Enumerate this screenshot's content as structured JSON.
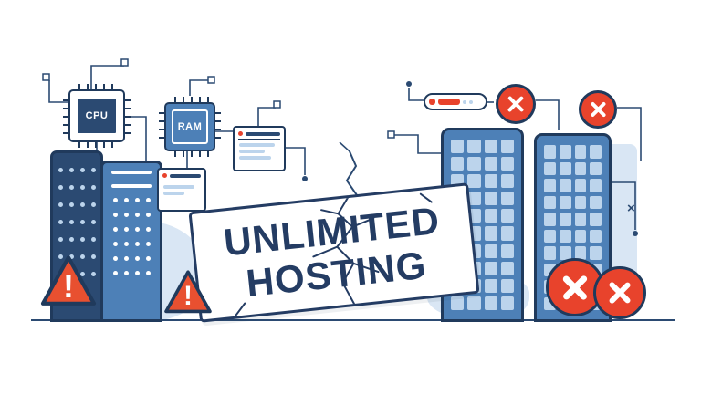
{
  "sign": {
    "line1": "UNLIMITED",
    "line2": "HOSTING"
  },
  "chips": {
    "cpu_label": "CPU",
    "ram_label": "RAM"
  },
  "marks": {
    "exclamation": "!",
    "small_cross": "×"
  },
  "colors": {
    "navy": "#203a5c",
    "dark_blue": "#2b4a72",
    "blue": "#4d80b7",
    "light_blue": "#bcd4ec",
    "pale_blue": "#d9e6f4",
    "red": "#e8432c",
    "orange_red": "#e85030",
    "white": "#ffffff"
  }
}
